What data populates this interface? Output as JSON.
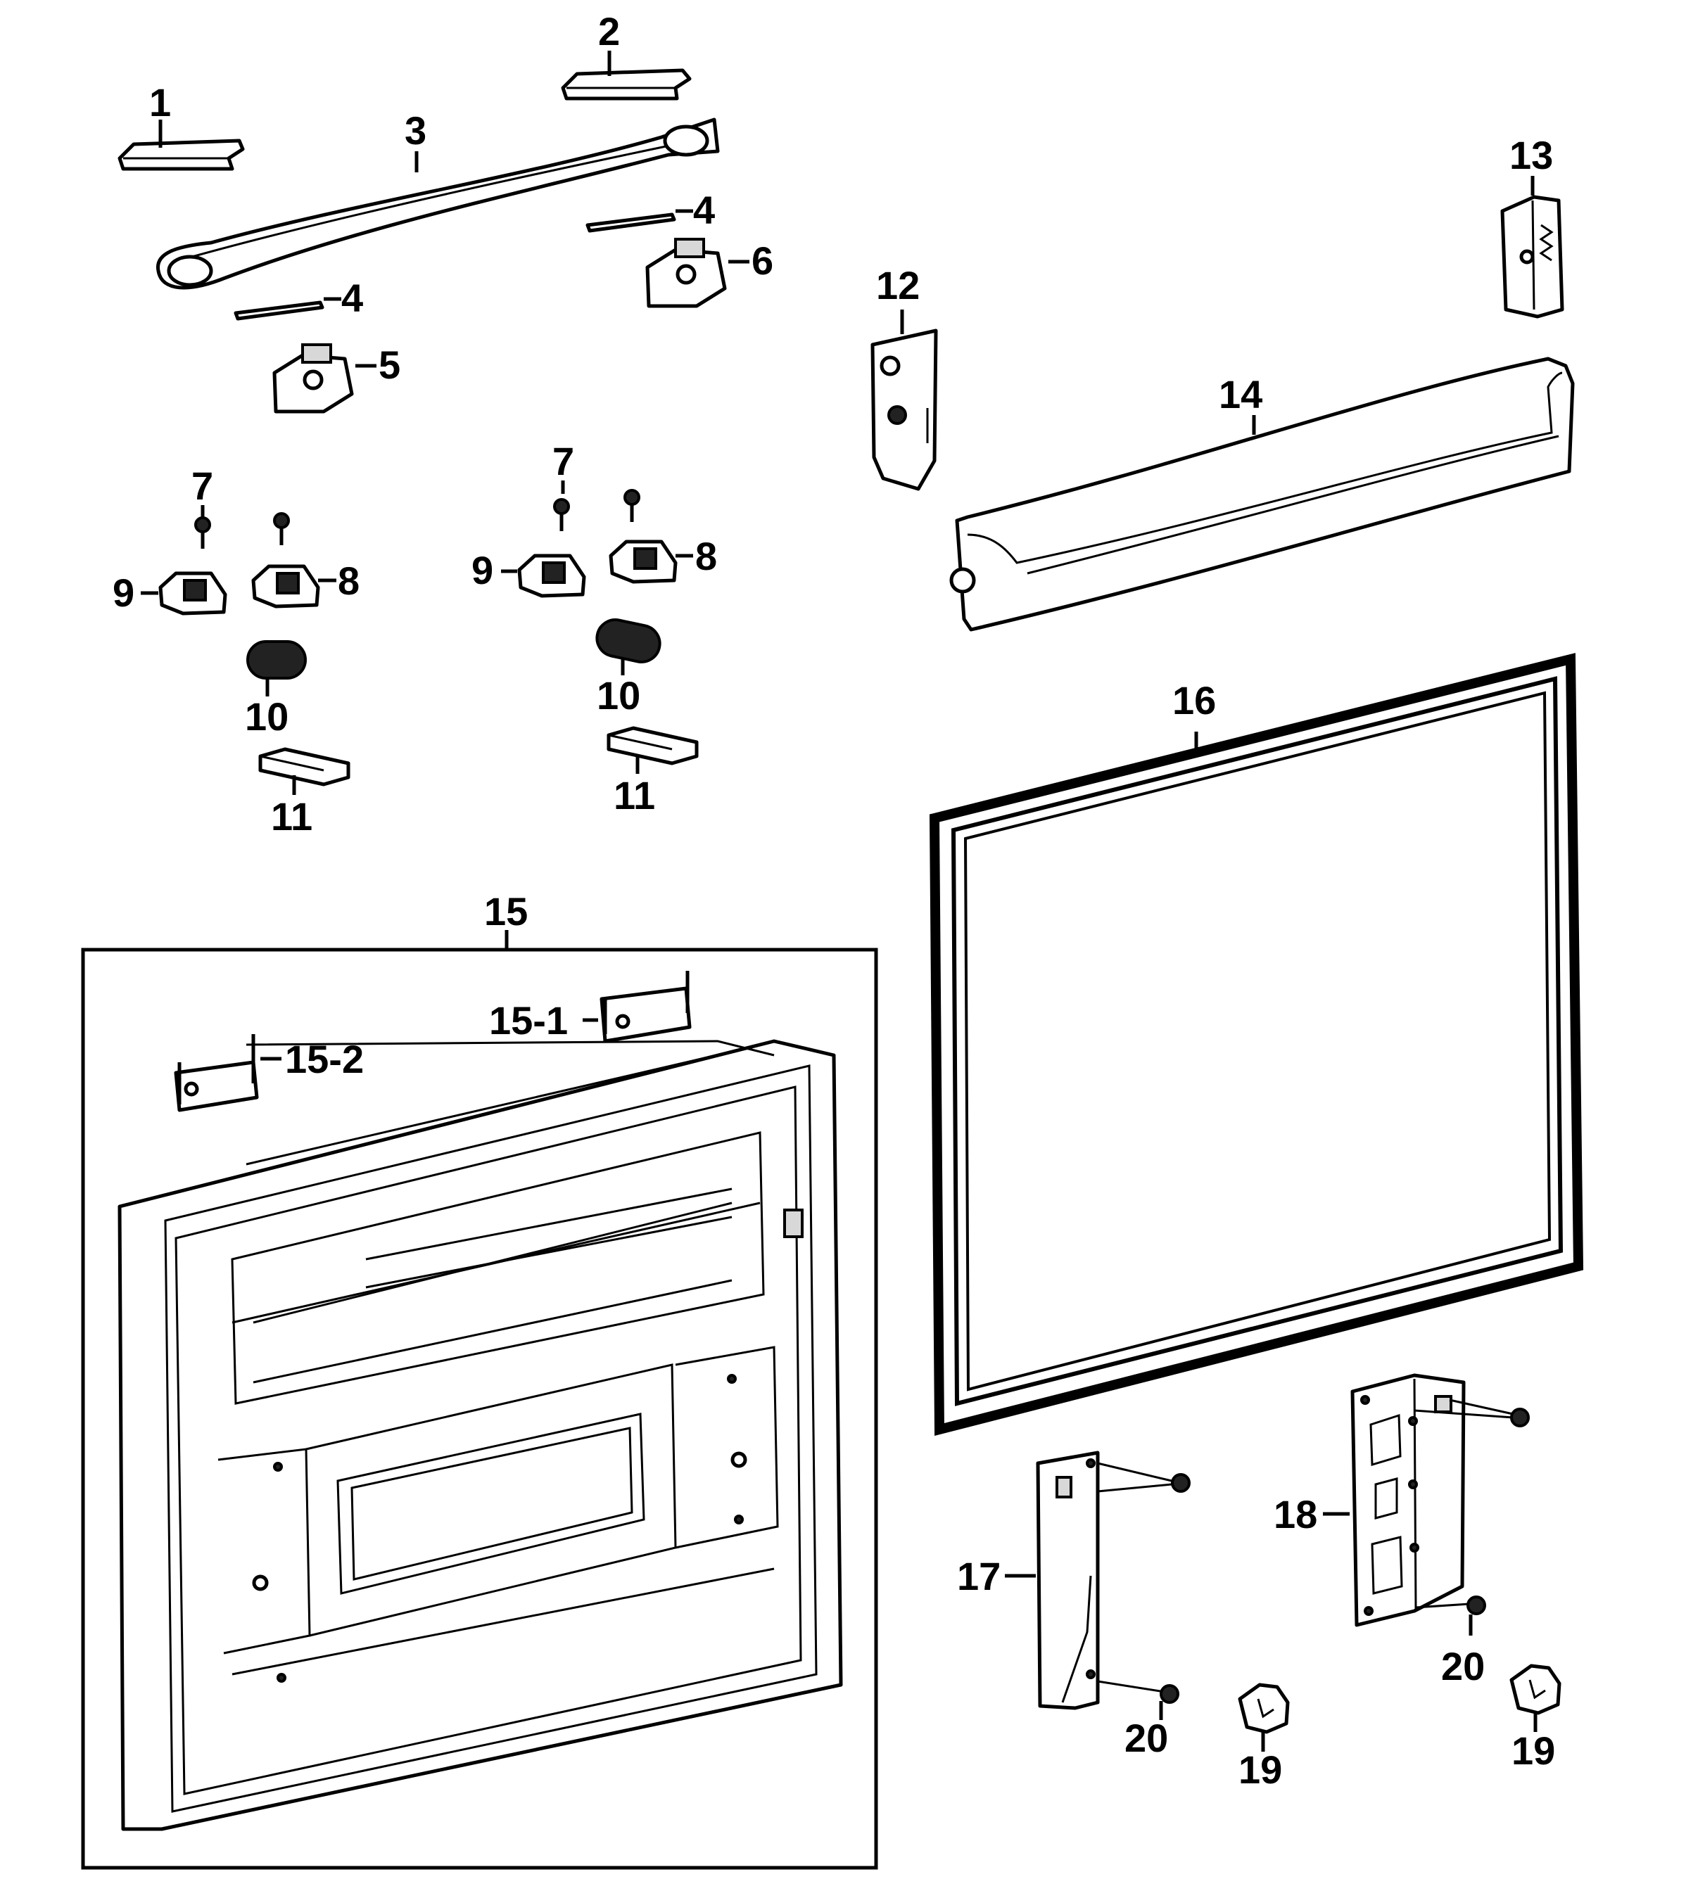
{
  "labels": {
    "p1": "1",
    "p2": "2",
    "p3": "3",
    "p4a": "4",
    "p4b": "4",
    "p5": "5",
    "p6": "6",
    "p7a": "7",
    "p7b": "7",
    "p8a": "8",
    "p8b": "8",
    "p9a": "9",
    "p9b": "9",
    "p10a": "10",
    "p10b": "10",
    "p11a": "11",
    "p11b": "11",
    "p12": "12",
    "p13": "13",
    "p14": "14",
    "p15": "15",
    "p15_1": "15-1",
    "p15_2": "15-2",
    "p16": "16",
    "p17": "17",
    "p18": "18",
    "p19a": "19",
    "p19b": "19",
    "p20a": "20",
    "p20b": "20"
  }
}
